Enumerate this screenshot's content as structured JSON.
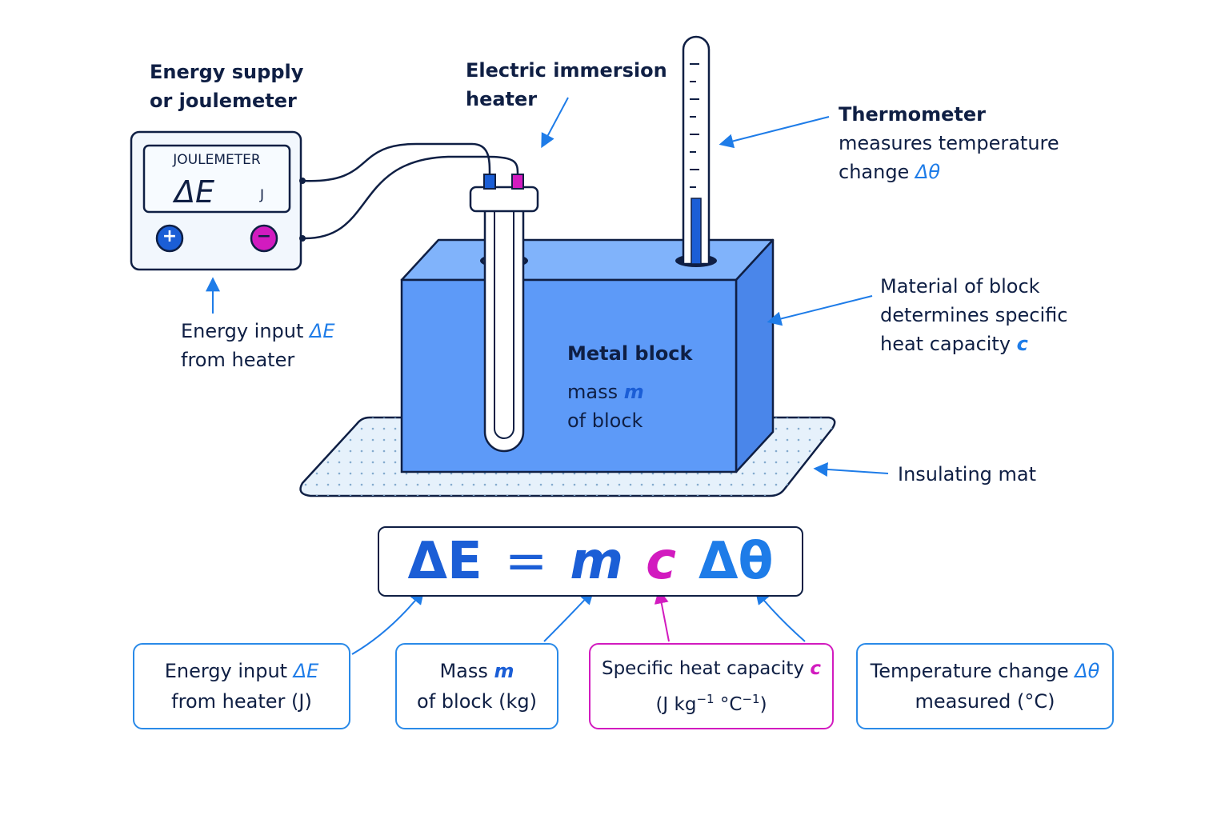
{
  "labels": {
    "energy_supply": [
      "Energy supply",
      "or joulemeter"
    ],
    "heater": [
      "Electric immersion",
      "heater"
    ],
    "thermometer_title": "Thermometer",
    "thermometer_desc": [
      "measures temperature",
      "change "
    ],
    "thermometer_sym": "Δθ",
    "energy_input_prefix": "Energy input ",
    "energy_input_sym": "ΔE",
    "energy_input_line2": "from heater",
    "material": [
      "Material of block",
      "determines specific",
      "heat capacity "
    ],
    "material_sym": "c",
    "metal_block": "Metal block",
    "mass_prefix": "mass ",
    "mass_sym": "m",
    "mass_line2": "of block",
    "insulating_mat": "Insulating mat"
  },
  "joulemeter": {
    "title": "JOULEMETER",
    "value": "ΔE",
    "unit": "J",
    "plus": "+",
    "minus": "−"
  },
  "equation": {
    "lhs": "ΔE",
    "op": "=",
    "m": "m",
    "c": "c",
    "dtheta": "Δθ"
  },
  "boxes": [
    {
      "line1": "Energy input ",
      "sym": "ΔE",
      "line2": "from heater (J)"
    },
    {
      "line1": "Mass ",
      "sym": "m",
      "line2": "of block (kg)"
    },
    {
      "line1": "Specific heat capacity ",
      "sym": "c",
      "line2_a": "(J kg",
      "line2_sup1": "−1",
      "line2_b": " °C",
      "line2_sup2": "−1",
      "line2_c": ")"
    },
    {
      "line1": "Temperature change ",
      "sym": "Δθ",
      "line2": "measured (°C)"
    }
  ],
  "colors": {
    "block_front": "#5d9af8",
    "block_top": "#80b3fb",
    "block_side": "#4a86ea",
    "outline": "#0f1f44",
    "accent_blue": "#1e7ce8",
    "accent_magenta": "#d21bbf",
    "mat_fill": "#e6f1fb"
  }
}
